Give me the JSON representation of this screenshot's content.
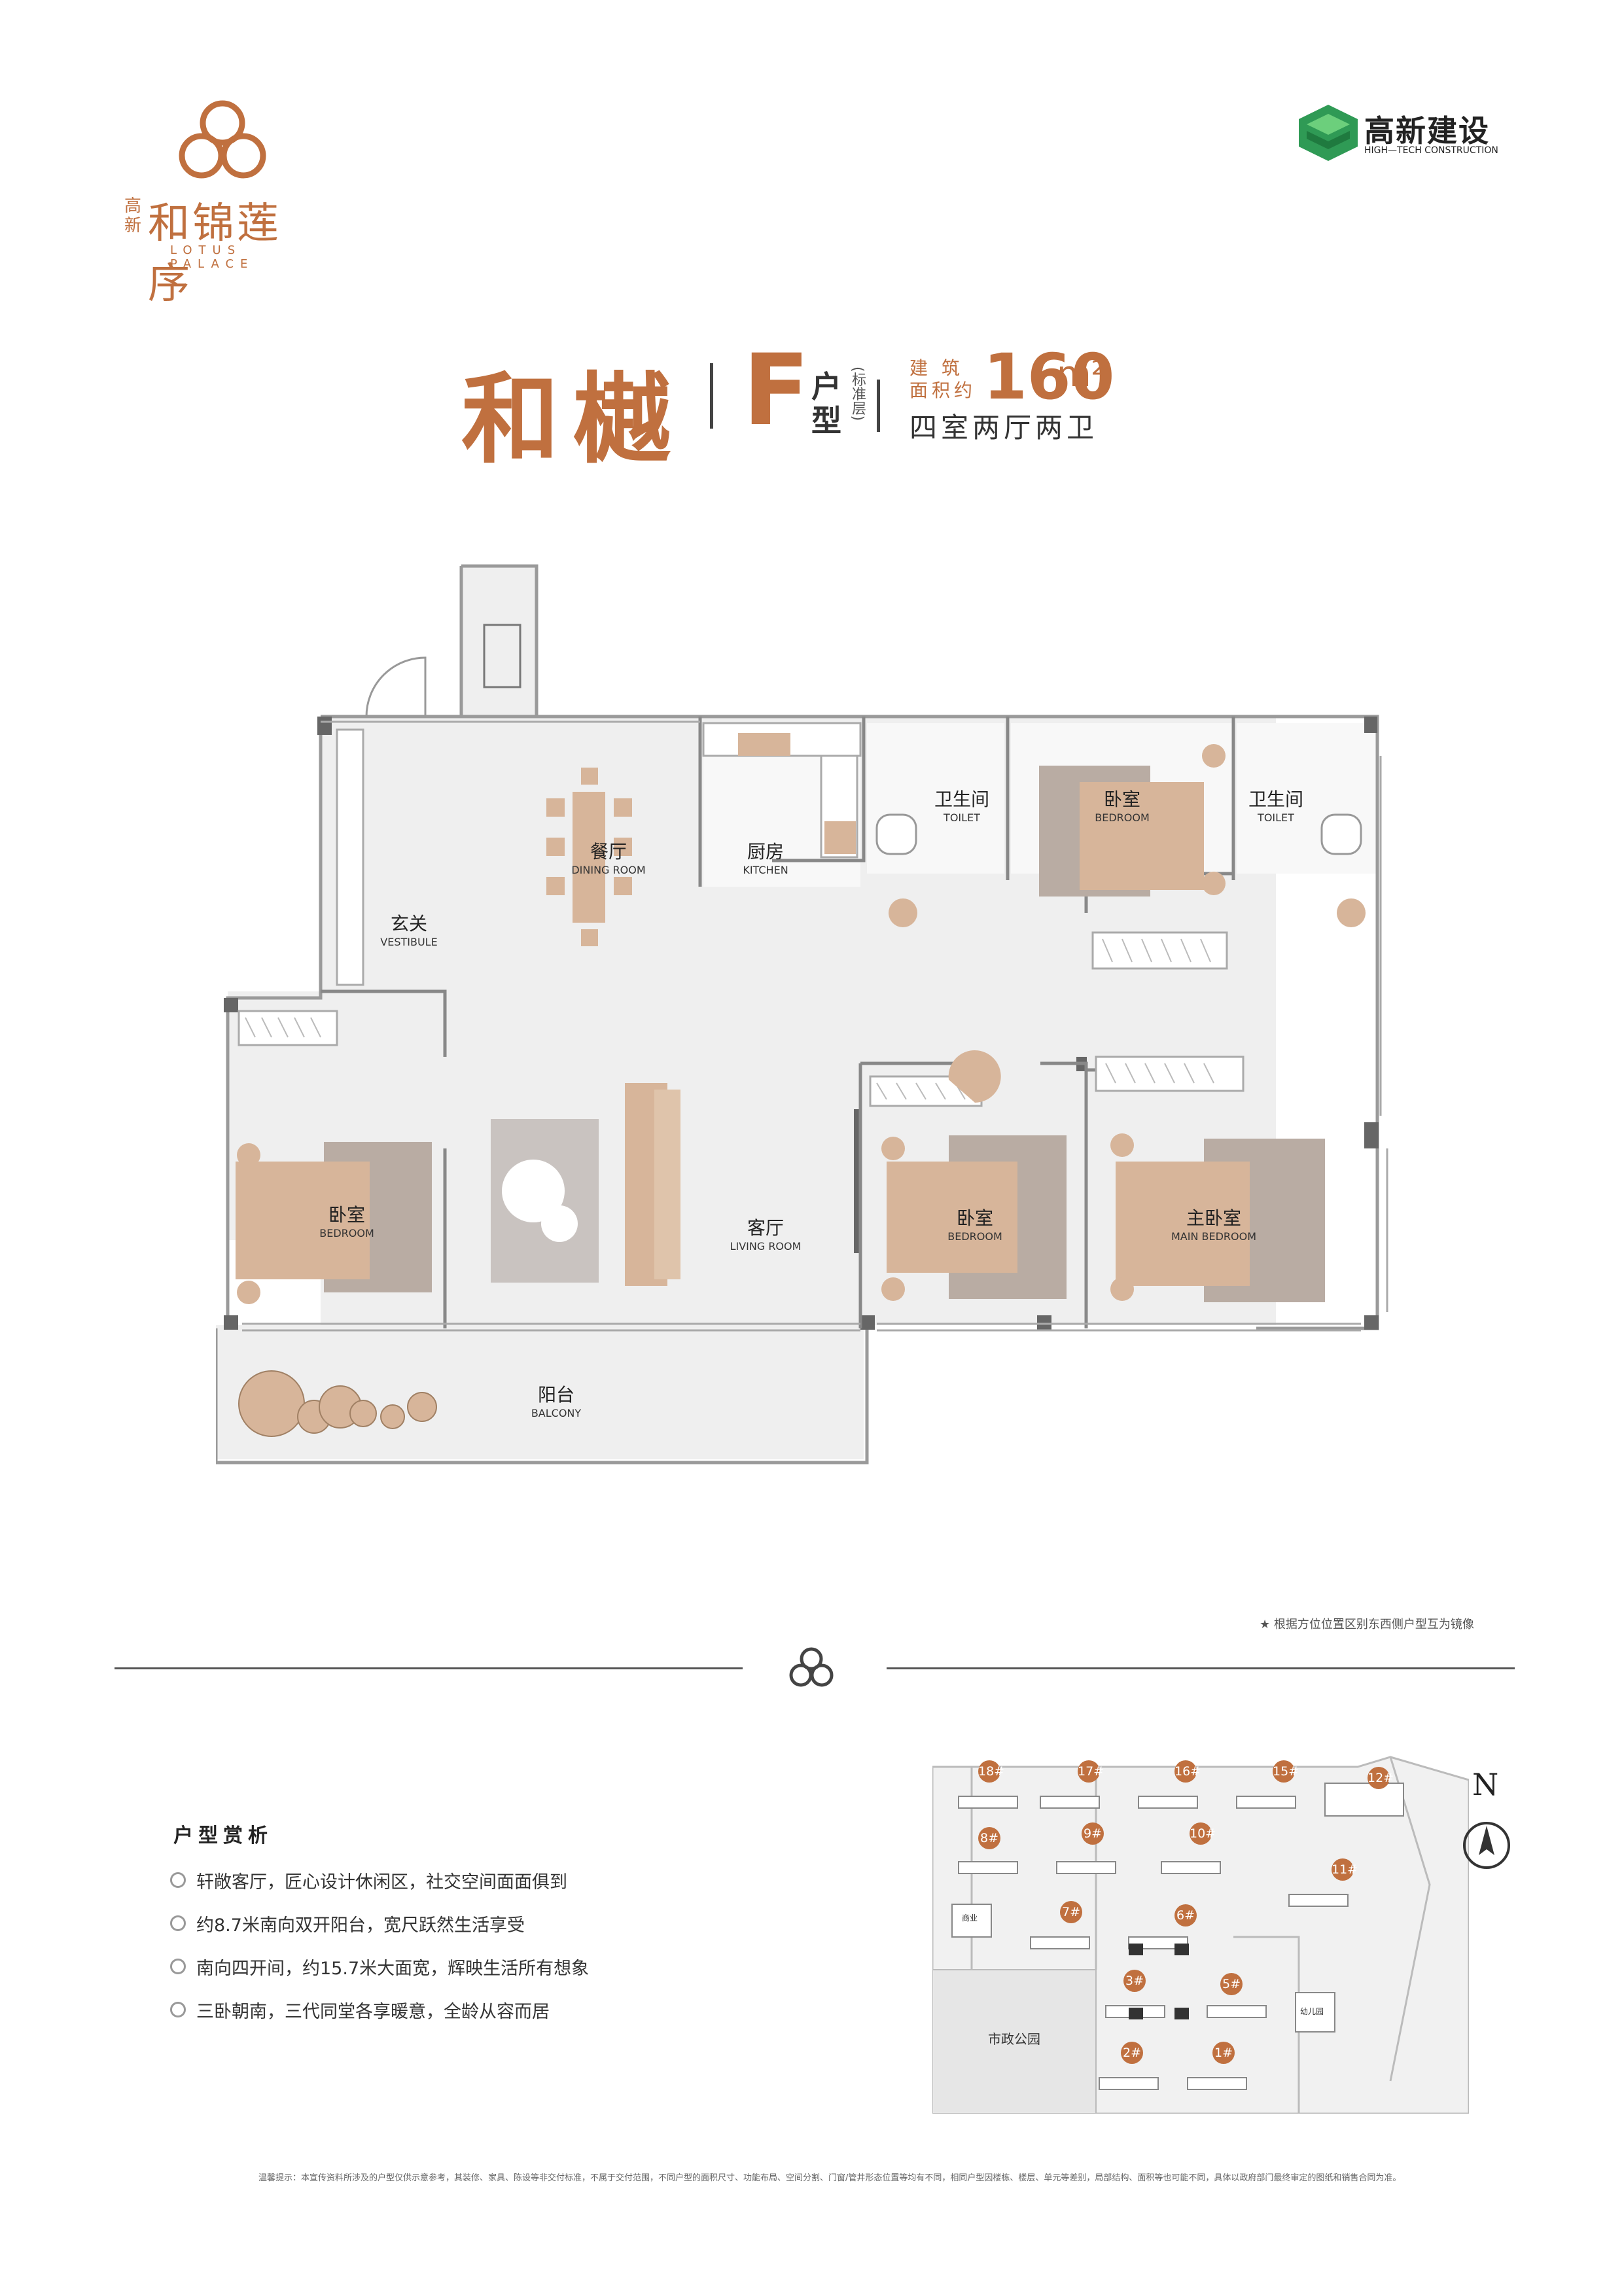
{
  "header": {
    "project_cn_prefix": "高新",
    "project_cn_name": "和锦莲序",
    "project_en": "LOTUS PALACE",
    "developer_cn": "高新建设",
    "developer_en": "HIGH—TECH CONSTRUCTION"
  },
  "title": {
    "name": "和樾",
    "type_letter": "F",
    "type_label": "户型",
    "type_note": "(标准层)",
    "area_label": "建 筑面积约",
    "area_value": "160",
    "area_unit": "m²",
    "layout": "四室两厅两卫"
  },
  "rooms": [
    {
      "cn": "餐厅",
      "en": "DINING ROOM"
    },
    {
      "cn": "厨房",
      "en": "KITCHEN"
    },
    {
      "cn": "卫生间",
      "en": "TOILET"
    },
    {
      "cn": "卧室",
      "en": "BEDROOM"
    },
    {
      "cn": "卫生间",
      "en": "TOILET"
    },
    {
      "cn": "玄关",
      "en": "VESTIBULE"
    },
    {
      "cn": "卧室",
      "en": "BEDROOM"
    },
    {
      "cn": "客厅",
      "en": "LIVING ROOM"
    },
    {
      "cn": "卧室",
      "en": "BEDROOM"
    },
    {
      "cn": "主卧室",
      "en": "MAIN BEDROOM"
    },
    {
      "cn": "阳台",
      "en": "BALCONY"
    }
  ],
  "mirror_note": "★ 根据方位位置区别东西侧户型互为镜像",
  "features": {
    "title": "户型赏析",
    "items": [
      "轩敞客厅，匠心设计休闲区，社交空间面面俱到",
      "约8.7米南向双开阳台，宽尺跃然生活享受",
      "南向四开间，约15.7米大面宽，辉映生活所有想象",
      "三卧朝南，三代同堂各享暖意，全龄从容而居"
    ]
  },
  "site_plan": {
    "north": "N",
    "buildings": [
      "18#",
      "17#",
      "16#",
      "15#",
      "12#",
      "8#",
      "9#",
      "10#",
      "11#",
      "7#",
      "6#",
      "3#",
      "5#",
      "2#",
      "1#"
    ],
    "park_label": "市政公园",
    "label_shang": "商业",
    "label_kinder": "幼儿园"
  },
  "disclaimer": "温馨提示：本宣传资料所涉及的户型仅供示意参考，其装修、家具、陈设等非交付标准，不属于交付范围，不同户型的面积尺寸、功能布局、空间分割、门窗/管井形态位置等均有不同，相同户型因楼栋、楼层、单元等差别，局部结构、面积等也可能不同，具体以政府部门最终审定的图纸和销售合同为准。",
  "colors": {
    "accent": "#c0703f",
    "wood": "#d7b59a",
    "bed_shadow": "#b9aca3"
  }
}
